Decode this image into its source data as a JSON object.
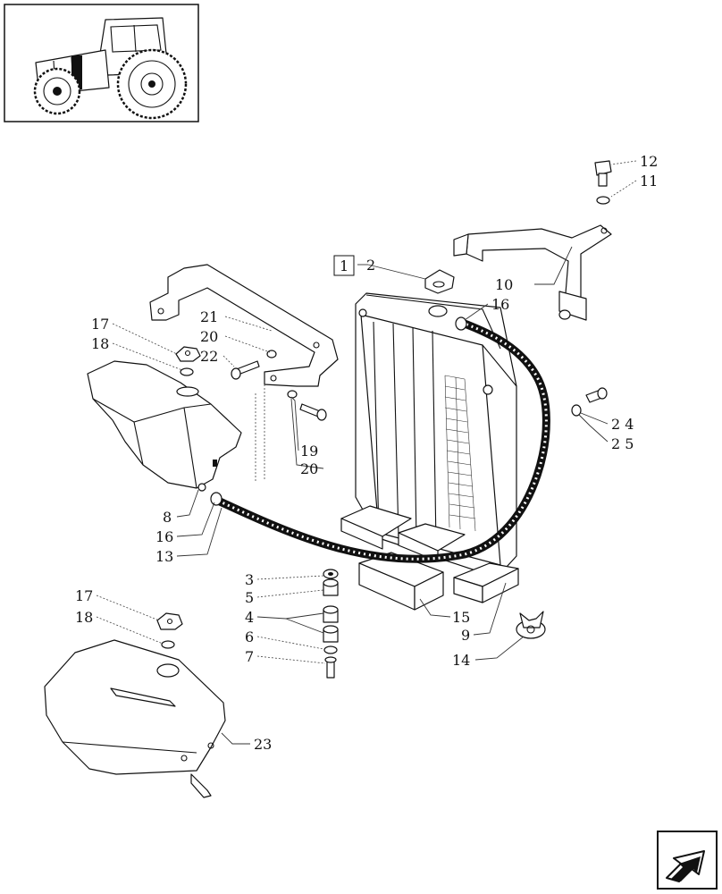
{
  "callouts": {
    "c1": "1",
    "c2": "2",
    "c3": "3",
    "c4": "4",
    "c5": "5",
    "c6": "6",
    "c7": "7",
    "c8": "8",
    "c9": "9",
    "c10": "10",
    "c11": "11",
    "c12": "12",
    "c13": "13",
    "c14": "14",
    "c15": "15",
    "c16a": "16",
    "c16b": "16",
    "c17a": "17",
    "c17b": "17",
    "c18a": "18",
    "c18b": "18",
    "c19": "19",
    "c20a": "20",
    "c20b": "20",
    "c21": "21",
    "c22": "22",
    "c23": "23",
    "c24": "2 4",
    "c25": "2 5"
  },
  "icons": {
    "thumbnail": "tractor-thumbnail-icon",
    "navigation": "next-page-arrow-icon"
  }
}
